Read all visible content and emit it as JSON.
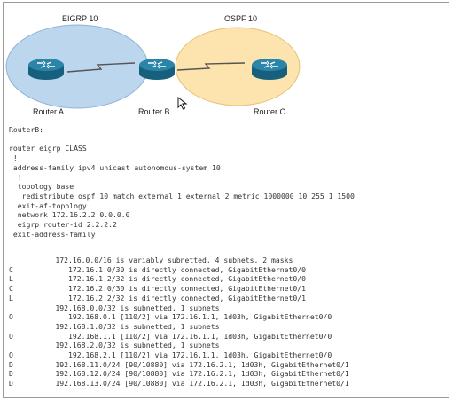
{
  "diagram": {
    "domains": [
      {
        "name": "EIGRP 10",
        "color": "#bcd6ee"
      },
      {
        "name": "OSPF 10",
        "color": "#fde3ad"
      }
    ],
    "routers": [
      {
        "name": "Router A"
      },
      {
        "name": "Router B"
      },
      {
        "name": "Router C"
      }
    ],
    "router_color": "#1f6f8f"
  },
  "config": {
    "lines": [
      "RouterB:",
      "",
      "router eigrp CLASS",
      " !",
      " address-family ipv4 unicast autonomous-system 10",
      "  !",
      "  topology base",
      "   redistribute ospf 10 match external 1 external 2 metric 1000000 10 255 1 1500",
      "  exit-af-topology",
      "  network 172.16.2.2 0.0.0.0",
      "  eigrp router-id 2.2.2.2",
      " exit-address-family"
    ]
  },
  "routes": [
    {
      "code": "",
      "text": "     172.16.0.0/16 is variably subnetted, 4 subnets, 2 masks"
    },
    {
      "code": "C",
      "text": "        172.16.1.0/30 is directly connected, GigabitEthernet0/0"
    },
    {
      "code": "L",
      "text": "        172.16.1.2/32 is directly connected, GigabitEthernet0/0"
    },
    {
      "code": "C",
      "text": "        172.16.2.0/30 is directly connected, GigabitEthernet0/1"
    },
    {
      "code": "L",
      "text": "        172.16.2.2/32 is directly connected, GigabitEthernet0/1"
    },
    {
      "code": "",
      "text": "     192.168.0.0/32 is subnetted, 1 subnets"
    },
    {
      "code": "O",
      "text": "        192.168.0.1 [110/2] via 172.16.1.1, 1d03h, GigabitEthernet0/0"
    },
    {
      "code": "",
      "text": "     192.168.1.0/32 is subnetted, 1 subnets"
    },
    {
      "code": "O",
      "text": "        192.168.1.1 [110/2] via 172.16.1.1, 1d03h, GigabitEthernet0/0"
    },
    {
      "code": "",
      "text": "     192.168.2.0/32 is subnetted, 1 subnets"
    },
    {
      "code": "O",
      "text": "        192.168.2.1 [110/2] via 172.16.1.1, 1d03h, GigabitEthernet0/0"
    },
    {
      "code": "D",
      "text": "     192.168.11.0/24 [90/10880] via 172.16.2.1, 1d03h, GigabitEthernet0/1"
    },
    {
      "code": "D",
      "text": "     192.168.12.0/24 [90/10880] via 172.16.2.1, 1d03h, GigabitEthernet0/1"
    },
    {
      "code": "D",
      "text": "     192.168.13.0/24 [90/10880] via 172.16.2.1, 1d03h, GigabitEthernet0/1"
    }
  ]
}
